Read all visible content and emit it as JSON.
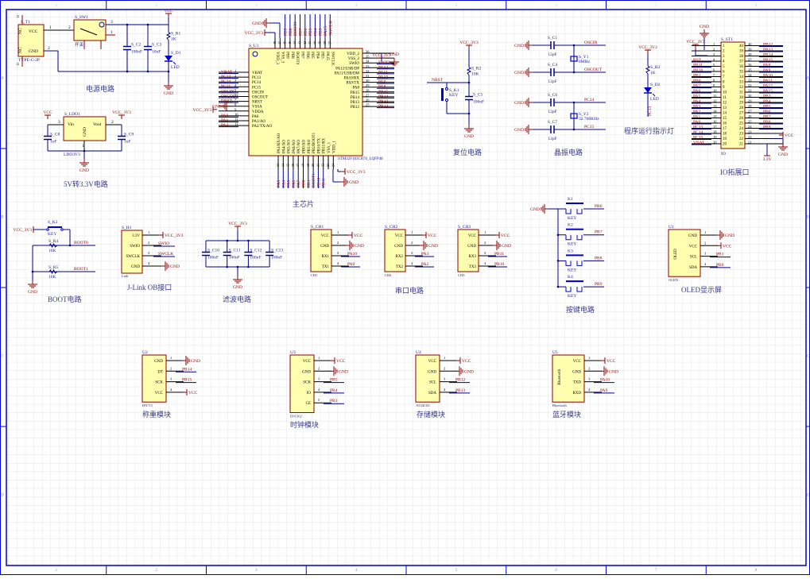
{
  "sheet": {
    "border_color": "#0000cc",
    "grid_color": "#e6e6e6",
    "wire_color": "#00008b",
    "component_fill": "#ffffb0",
    "component_stroke": "#8b0000",
    "net_label_color": "#8b0000",
    "column_labels": [
      "1",
      "2",
      "3",
      "4",
      "5",
      "6",
      "7",
      "8"
    ],
    "row_labels": [
      "A",
      "B",
      "C",
      "D"
    ]
  },
  "sections": {
    "power": {
      "title": "电源电路"
    },
    "ldo": {
      "title": "5V转3.3V电路"
    },
    "mcu": {
      "title": "主芯片"
    },
    "reset": {
      "title": "复位电路"
    },
    "crystal": {
      "title": "晶振电路"
    },
    "run_led": {
      "title": "程序运行指示灯"
    },
    "io": {
      "title": "IO拓展口"
    },
    "boot": {
      "title": "BOOT电路"
    },
    "jlink": {
      "title": "J-Link OB接口"
    },
    "filter": {
      "title": "滤波电路"
    },
    "uart": {
      "title": "串口电路"
    },
    "keys": {
      "title": "按键电路"
    },
    "oled": {
      "title": "OLED显示屏"
    },
    "hx711": {
      "title": "称重模块"
    },
    "ds1302": {
      "title": "时钟模块"
    },
    "at24": {
      "title": "存储模块"
    },
    "bt": {
      "title": "蓝牙模块"
    }
  },
  "power": {
    "t1": {
      "ref": "S_T1",
      "part": "TYPE-C-2P",
      "pins": [
        "VCC",
        "GND"
      ],
      "pin_nums": [
        "1",
        "2"
      ],
      "side": [
        "NC",
        "NC"
      ],
      "d": [
        "D",
        "D"
      ]
    },
    "sw1": {
      "ref": "S_SW1",
      "label": "开关",
      "pins": [
        "2",
        "3",
        "1"
      ]
    },
    "c2": {
      "ref": "S_C2",
      "value": "100nF"
    },
    "c3": {
      "ref": "S_C3",
      "value": "10uF"
    },
    "r1": {
      "ref": "S_R1",
      "value": "1K"
    },
    "d1": {
      "ref": "S_D1",
      "value": "LED"
    },
    "vcc": "VCC",
    "gnd": "GND"
  },
  "ldo": {
    "ref": "S_LDO1",
    "part": "LDO3V3",
    "pins": {
      "vin": "Vin",
      "vout": "Vout",
      "gnd": "GND"
    },
    "pin_nums": {
      "vin": "3",
      "vout": "2",
      "gnd": "1"
    },
    "c8": {
      "ref": "S_C8",
      "value": "1uF"
    },
    "c9": {
      "ref": "S_C9",
      "value": "1uF"
    },
    "vcc": "VCC",
    "vcc3v3": "VCC_3V3",
    "gnd": "GND"
  },
  "mcu": {
    "ref": "S_U1",
    "part": "STM32F103C8T6_LQFP48",
    "left_pins": [
      {
        "num": "1",
        "name": "VBAT",
        "net": "VBAT"
      },
      {
        "num": "2",
        "name": "PC13",
        "net": "PC13"
      },
      {
        "num": "3",
        "name": "PC14",
        "net": "PC14"
      },
      {
        "num": "4",
        "name": "PC15",
        "net": "PC15"
      },
      {
        "num": "5",
        "name": "OSCIN",
        "net": "OSCIN"
      },
      {
        "num": "6",
        "name": "OSCOUT",
        "net": "OSCOUT"
      },
      {
        "num": "7",
        "name": "NRST",
        "net": "NRST"
      },
      {
        "num": "8",
        "name": "VSSA",
        "net": "GND"
      },
      {
        "num": "9",
        "name": "VDDA",
        "net": "VCC_3V3"
      },
      {
        "num": "10",
        "name": "PA0",
        "net": "PA0"
      },
      {
        "num": "11",
        "name": "PA1/AO",
        "net": "PA1"
      },
      {
        "num": "12",
        "name": "PA2/TX/AO",
        "net": "PA2"
      }
    ],
    "right_pins": [
      {
        "num": "36",
        "name": "VDD_2",
        "net": "VCC_3V3"
      },
      {
        "num": "35",
        "name": "VSS_2",
        "net": "GND"
      },
      {
        "num": "34",
        "name": "SWIO",
        "net": "SWIO"
      },
      {
        "num": "33",
        "name": "PA12/USB/DP",
        "net": "PA12"
      },
      {
        "num": "32",
        "name": "PA11/USB/DM",
        "net": "PA11"
      },
      {
        "num": "31",
        "name": "PA10/RX",
        "net": "PA10"
      },
      {
        "num": "30",
        "name": "PA9/TX",
        "net": "PA9"
      },
      {
        "num": "29",
        "name": "PA8",
        "net": "PA8"
      },
      {
        "num": "28",
        "name": "PB15",
        "net": "PB15"
      },
      {
        "num": "27",
        "name": "PB14",
        "net": "PB14"
      },
      {
        "num": "26",
        "name": "PB13",
        "net": "PB13"
      },
      {
        "num": "25",
        "name": "PB12",
        "net": "PB12"
      }
    ],
    "top_pins": [
      {
        "num": "48",
        "name": "VDD_3",
        "net": "VCC_3V3"
      },
      {
        "num": "47",
        "name": "VSS_3",
        "net": "GND"
      },
      {
        "num": "46",
        "name": "PB9",
        "net": "PB9"
      },
      {
        "num": "45",
        "name": "PB8",
        "net": "PB8"
      },
      {
        "num": "44",
        "name": "BOOT0",
        "net": "BOOT0"
      },
      {
        "num": "43",
        "name": "PB7",
        "net": "PB7"
      },
      {
        "num": "42",
        "name": "PB6",
        "net": "PB6"
      },
      {
        "num": "41",
        "name": "PB5",
        "net": "PB5"
      },
      {
        "num": "40",
        "name": "PB4",
        "net": "PB4"
      },
      {
        "num": "39",
        "name": "PB3",
        "net": "PB3"
      },
      {
        "num": "38",
        "name": "PA15",
        "net": "PA15"
      },
      {
        "num": "37",
        "name": "SWCLK",
        "net": "SWCLK"
      }
    ],
    "bottom_pins": [
      {
        "num": "13",
        "name": "PA3/RX/AO",
        "net": "PA3"
      },
      {
        "num": "14",
        "name": "PA4/AO",
        "net": "PA4"
      },
      {
        "num": "15",
        "name": "PA5/AO",
        "net": "PA5"
      },
      {
        "num": "16",
        "name": "PA6/AO",
        "net": "PA6"
      },
      {
        "num": "17",
        "name": "PA7/AO",
        "net": "PA7"
      },
      {
        "num": "18",
        "name": "PB0/AO",
        "net": "PB0"
      },
      {
        "num": "19",
        "name": "PB1/AO",
        "net": "PB1"
      },
      {
        "num": "20",
        "name": "PB2/BOOT1",
        "net": "BOOT1"
      },
      {
        "num": "21",
        "name": "PB10/TX",
        "net": "PB10"
      },
      {
        "num": "22",
        "name": "PB11/RX",
        "net": "PB11"
      },
      {
        "num": "23",
        "name": "VSS_1",
        "net": "GND"
      },
      {
        "num": "24",
        "name": "VDD_1",
        "net": "VCC_3V3"
      }
    ],
    "vcc3v3": "VCC_3V3",
    "gnd": "GND"
  },
  "reset": {
    "r2": {
      "ref": "S_R2",
      "value": "10K"
    },
    "k1": {
      "ref": "S_K1",
      "value": "KEY"
    },
    "c5": {
      "ref": "S_C5",
      "value": "100nF"
    },
    "net": "NRST",
    "vcc3v3": "VCC_3V3",
    "gnd": "GND"
  },
  "crystal": {
    "c1": {
      "ref": "S_C1",
      "value": "12pF"
    },
    "c4": {
      "ref": "S_C4",
      "value": "12pF"
    },
    "c6": {
      "ref": "S_C6",
      "value": "12pF"
    },
    "c7": {
      "ref": "S_C7",
      "value": "12pF"
    },
    "y1": {
      "ref": "S_Y1",
      "value": "8MHz"
    },
    "y2": {
      "ref": "S_Y2",
      "value": "32.768KHz"
    },
    "nets": [
      "OSCIN",
      "OSCOUT",
      "PC14",
      "PC15"
    ],
    "gnd": "GND"
  },
  "run_led": {
    "r3": {
      "ref": "S_R3",
      "value": "1K"
    },
    "d2": {
      "ref": "S_D2",
      "value": "LED"
    },
    "net": "PC13",
    "vcc3v3": "VCC_3V3"
  },
  "io": {
    "ref": "S_ST1",
    "part": "IO",
    "left_nets": [
      "VCC_3V3",
      "GND",
      "",
      "RST",
      "PB11",
      "PB10",
      "PB1",
      "PB0",
      "PA7",
      "PA6",
      "PA5",
      "PA4",
      "PA3",
      "PA2",
      "PA1",
      "PA0",
      "PC13",
      "PC14",
      "PC15",
      "VBAT"
    ],
    "right_nets": [
      "PB12",
      "PB13",
      "PB14",
      "PB15",
      "PA8",
      "PA9",
      "PA10",
      "PA11",
      "PA12",
      "PA15",
      "PB3",
      "PB4",
      "PB5",
      "PB6",
      "PB7",
      "PB8",
      "PB9",
      "VCC",
      "GND",
      "3.3V"
    ],
    "vcc": "VCC",
    "gnd": "GND",
    "v33": "3.3V",
    "top_gnd": "GND"
  },
  "boot": {
    "k2": {
      "ref": "S_K2",
      "value": "KEY"
    },
    "r4": {
      "ref": "S_R4",
      "value": "10K"
    },
    "r5": {
      "ref": "S_R5",
      "value": "10K"
    },
    "nets": [
      "BOOT0",
      "BOOT1"
    ],
    "vcc3v3": "VCC_3V3",
    "gnd": "GND"
  },
  "jlink": {
    "ref": "S_H1",
    "part": "Link",
    "pins": [
      {
        "num": "1",
        "name": "3.3V",
        "net": "VCC_3V3"
      },
      {
        "num": "2",
        "name": "SWIO",
        "net": "SWIO"
      },
      {
        "num": "3",
        "name": "SWCLK",
        "net": "SWCLK"
      },
      {
        "num": "4",
        "name": "GND",
        "net": "GND"
      }
    ]
  },
  "filter": {
    "caps": [
      {
        "ref": "S_C10",
        "value": "100nF"
      },
      {
        "ref": "S_C11",
        "value": "100nF"
      },
      {
        "ref": "S_C12",
        "value": "100nF"
      },
      {
        "ref": "S_C13",
        "value": "100nF"
      }
    ],
    "vcc3v3": "VCC_3V3",
    "gnd": "GND"
  },
  "uart": [
    {
      "ref": "S_CH1",
      "part": "CH1",
      "pins": [
        {
          "num": "1",
          "name": "VCC",
          "net": "VCC"
        },
        {
          "num": "2",
          "name": "GND",
          "net": "GND"
        },
        {
          "num": "3",
          "name": "RX1",
          "net": "PA10"
        },
        {
          "num": "4",
          "name": "TX1",
          "net": "PA9"
        }
      ]
    },
    {
      "ref": "S_CH2",
      "part": "CH2",
      "pins": [
        {
          "num": "1",
          "name": "VCC",
          "net": "VCC"
        },
        {
          "num": "2",
          "name": "GND",
          "net": "GND"
        },
        {
          "num": "3",
          "name": "RX2",
          "net": "PA3"
        },
        {
          "num": "4",
          "name": "TX2",
          "net": "PA2"
        }
      ]
    },
    {
      "ref": "S_CH3",
      "part": "CH3",
      "pins": [
        {
          "num": "1",
          "name": "VCC",
          "net": "VCC"
        },
        {
          "num": "2",
          "name": "GND",
          "net": "GND"
        },
        {
          "num": "3",
          "name": "RX3",
          "net": "PB11"
        },
        {
          "num": "4",
          "name": "TX3",
          "net": "PB10"
        }
      ]
    }
  ],
  "keys": {
    "items": [
      {
        "ref": "K1",
        "value": "KEY",
        "net": "PB6"
      },
      {
        "ref": "K2",
        "value": "KEY",
        "net": "PB7"
      },
      {
        "ref": "K3",
        "value": "KEY",
        "net": "PB8"
      },
      {
        "ref": "K4",
        "value": "KEY",
        "net": "PB9"
      }
    ],
    "gnd": "GND"
  },
  "oled": {
    "ref": "U1",
    "part": "OLED",
    "body": "OLED",
    "pins": [
      {
        "num": "1",
        "name": "GND",
        "net": "GND"
      },
      {
        "num": "2",
        "name": "VCC",
        "net": "VCC"
      },
      {
        "num": "3",
        "name": "SCL",
        "net": "PB1"
      },
      {
        "num": "4",
        "name": "SDA",
        "net": "PB0"
      }
    ]
  },
  "hx711": {
    "ref": "U2",
    "part": "HX711",
    "pins": [
      {
        "num": "1",
        "name": "GND",
        "net": "GND"
      },
      {
        "num": "2",
        "name": "DT",
        "net": "PB14"
      },
      {
        "num": "3",
        "name": "SCK",
        "net": "PB15"
      },
      {
        "num": "4",
        "name": "VCC",
        "net": "VCC"
      }
    ]
  },
  "ds1302": {
    "ref": "U3",
    "part": "DS1302",
    "pins": [
      {
        "num": "1",
        "name": "VCC",
        "net": "VCC"
      },
      {
        "num": "2",
        "name": "GND",
        "net": "GND"
      },
      {
        "num": "3",
        "name": "SCK",
        "net": "PB5"
      },
      {
        "num": "4",
        "name": "IO",
        "net": "PB4"
      },
      {
        "num": "5",
        "name": "CE",
        "net": "PB3"
      }
    ]
  },
  "at24": {
    "ref": "U4",
    "part": "AT24C02",
    "pins": [
      {
        "num": "1",
        "name": "VCC",
        "net": "VCC"
      },
      {
        "num": "2",
        "name": "GND",
        "net": "GND"
      },
      {
        "num": "3",
        "name": "SCL",
        "net": "PB12"
      },
      {
        "num": "4",
        "name": "SDA",
        "net": "PB13"
      }
    ]
  },
  "bt": {
    "ref": "U5",
    "part": "Bluetooth",
    "body": "Bluetooth",
    "pins": [
      {
        "num": "1",
        "name": "VCC",
        "net": "VCC"
      },
      {
        "num": "2",
        "name": "GND",
        "net": "GND"
      },
      {
        "num": "3",
        "name": "TXD",
        "net": "PA10"
      },
      {
        "num": "4",
        "name": "RXD",
        "net": "PA9"
      }
    ]
  }
}
